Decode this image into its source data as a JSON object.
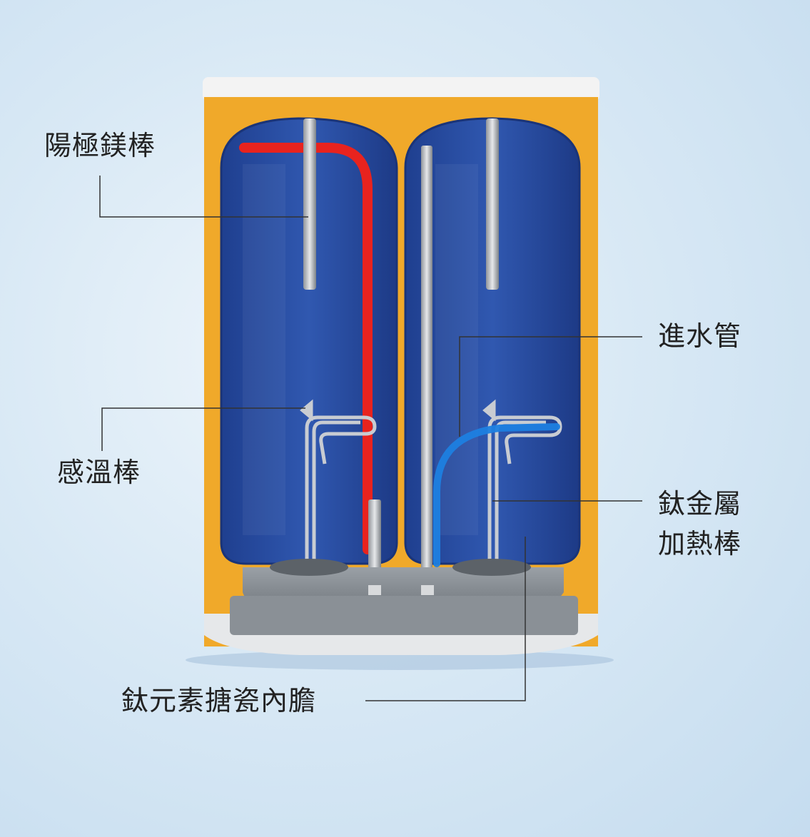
{
  "labels": {
    "anode_rod": "陽極鎂棒",
    "inlet_pipe": "進水管",
    "temp_sensor": "感溫棒",
    "heating_rod_line1": "鈦金屬",
    "heating_rod_line2": "加熱棒",
    "inner_tank": "鈦元素搪瓷內膽"
  },
  "colors": {
    "casing_yellow": "#f0a92a",
    "tank_blue": "#2a4fa3",
    "hot_pipe": "#e8231e",
    "cold_pipe": "#1e7fe0",
    "callout_line": "#333333"
  }
}
